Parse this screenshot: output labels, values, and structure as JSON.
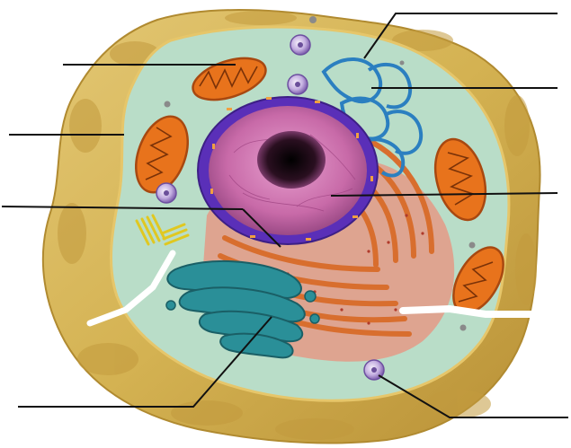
{
  "diagram": {
    "type": "animal-cell-labeling-worksheet",
    "label_lines": [
      {
        "target": "mitochondrion"
      },
      {
        "target": "cytoplasm"
      },
      {
        "target": "smooth-er"
      },
      {
        "target": "cell-membrane"
      },
      {
        "target": "nucleus"
      },
      {
        "target": "rough-er"
      },
      {
        "target": "golgi-apparatus"
      },
      {
        "target": "lysosome"
      }
    ]
  },
  "colors": {
    "membrane_outer": "#c9a53c",
    "membrane_fill": "#d8ba5c",
    "cytoplasm": "#b9ddc8",
    "mitochondrion": "#e8731c",
    "mitochondrion_edge": "#a84810",
    "smooth_er": "#2b7fc0",
    "nuclear_envelope": "#5a2fb8",
    "nucleus": "#c86aa8",
    "nucleolus": "#1a1a1a",
    "rough_er": "#e68a5a",
    "golgi": "#2a8f98",
    "centriole": "#f2e23c",
    "lysosome": "#b9a2d8",
    "leader_line": "#111111"
  }
}
